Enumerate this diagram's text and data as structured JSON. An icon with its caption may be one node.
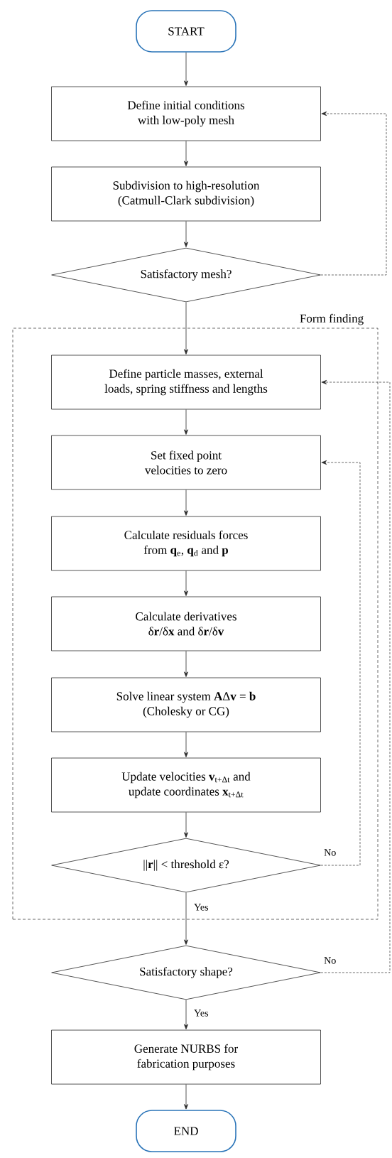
{
  "diagram": {
    "nodes": [
      {
        "text": [
          "START"
        ]
      },
      {
        "text": [
          "Define initial conditions with low-poly mesh"
        ]
      },
      {
        "text": [
          "Subdivision to high-resolution (Catmull-Clark subdivision)"
        ]
      },
      {
        "text": [
          "Satisfactory mesh?"
        ]
      },
      {
        "text": [
          "Form finding"
        ]
      },
      {
        "text": [
          "Define particle masses, external loads, spring stiffness and lengths"
        ],
        "in": 4
      },
      {
        "text": [
          "Set fixed point velocities to zero"
        ],
        "in": 4
      },
      {
        "text": [
          "Calculate residuals forces from **q**$_{e}$, **q**$_{d}$ and **p**"
        ],
        "in": 4
      },
      {
        "text": [
          "Calculate derivatives δ**r**/δ**x** and δ**r**/δ**v**"
        ],
        "in": 4
      },
      {
        "text": [
          "Solve linear system **A**Δ**v** = **b** (Cholesky or CG)"
        ],
        "in": 4
      },
      {
        "text": [
          "Update velocities **v**$_{t+Δt}$ and update coordinates **x**$_{t+Δt}$"
        ],
        "in": 4
      },
      {
        "text": [
          "||**r**|| < threshold ε?"
        ],
        "in": 4
      },
      {
        "text": [
          "Satisfactory shape?"
        ]
      },
      {
        "text": [
          "Generate NURBS for fabrication purposes"
        ]
      },
      {
        "text": [
          "END"
        ]
      }
    ],
    "edges": [
      {
        "from": 0,
        "to": 1,
        "arrow": "to"
      },
      {
        "from": 1,
        "to": 2,
        "arrow": "to"
      },
      {
        "from": 2,
        "to": 3,
        "arrow": "to"
      },
      {
        "from": 3,
        "to": 5,
        "arrow": "to"
      },
      {
        "from": 5,
        "to": 6,
        "arrow": "to"
      },
      {
        "from": 6,
        "to": 7,
        "arrow": "to"
      },
      {
        "from": 7,
        "to": 8,
        "arrow": "to"
      },
      {
        "from": 8,
        "to": 9,
        "arrow": "to"
      },
      {
        "from": 9,
        "to": 10,
        "arrow": "to"
      },
      {
        "from": 10,
        "to": 11,
        "arrow": "to"
      },
      {
        "from": 11,
        "to": 12,
        "arrow": "to",
        "label": "Yes"
      },
      {
        "from": 12,
        "to": 13,
        "arrow": "to",
        "label": "Yes"
      },
      {
        "from": 13,
        "to": 14,
        "arrow": "to"
      },
      {
        "from": 3,
        "to": 1,
        "arrow": "to",
        "style": "dashed"
      },
      {
        "from": 11,
        "to": 6,
        "arrow": "to",
        "style": "dashed",
        "label": "No"
      },
      {
        "from": 12,
        "to": 5,
        "arrow": "to",
        "style": "dashed",
        "label": "No"
      }
    ]
  }
}
